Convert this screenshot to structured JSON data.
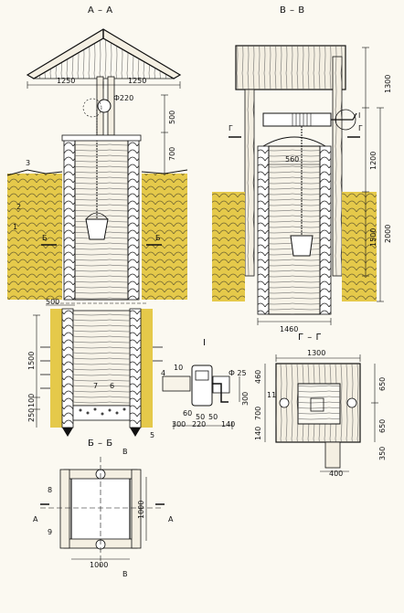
{
  "titles": {
    "aa": "А – А",
    "vv": "В – В",
    "gg": "Г – Г",
    "bb": "Б – Б",
    "one": "I"
  },
  "aa": {
    "dim_left": "1250",
    "dim_right": "1250",
    "dia": "Ф220",
    "d500": "500",
    "d700": "700",
    "d500b": "500",
    "d1500": "1500",
    "d100": "100",
    "d250": "250",
    "n1": "1",
    "n2": "2",
    "n3": "3",
    "n4": "4",
    "n5": "5",
    "n6": "6",
    "n7": "7",
    "cut_b": "Б"
  },
  "vv": {
    "d1300": "1300",
    "d1200": "1200",
    "d2000": "2000",
    "d1500": "1500",
    "d560": "560",
    "d1460": "1460",
    "cut_g": "Г",
    "mark_i": "I"
  },
  "detail": {
    "n10": "10",
    "dia25": "Ф 25",
    "d300v": "300",
    "d60": "60",
    "d50a": "50",
    "d50b": "50",
    "d300": "300",
    "d220": "220",
    "d140": "140"
  },
  "gg": {
    "d1300": "1300",
    "d460": "460",
    "d700": "700",
    "d140": "140",
    "d650a": "650",
    "d650b": "650",
    "d350": "350",
    "d400": "400",
    "n11": "11"
  },
  "bb": {
    "n8": "8",
    "n9": "9",
    "d1000v": "1000",
    "d1000h": "1000",
    "cut_a": "А",
    "cut_v": "В"
  },
  "colors": {
    "soil": "#e5c94a",
    "ink": "#1a1a1a",
    "wood": "#f4efe2",
    "paper": "#fbf9f1"
  }
}
